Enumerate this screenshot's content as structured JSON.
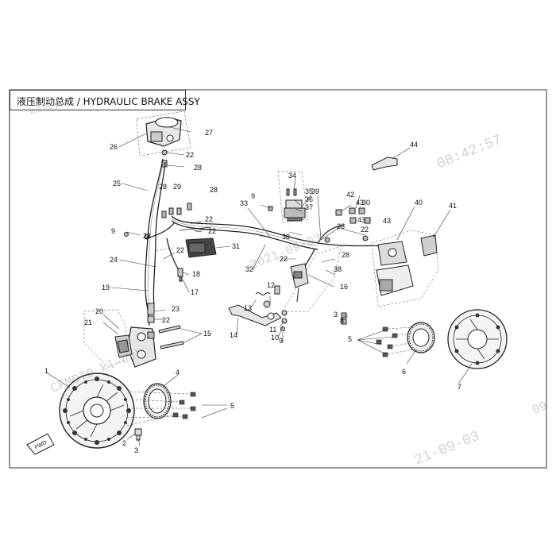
{
  "title": "液压制动总成 / HYDRAULIC BRAKE ASSY",
  "direction_label": "FWD",
  "watermarks": {
    "top_left": "kl-cyh",
    "time": "08:42:57",
    "mid_left": "CFMOTO kl-cyh",
    "mid_date": "2021-09-03",
    "bottom_date": "21-09-03",
    "bottom_right": "09"
  },
  "callouts": {
    "c1": "1",
    "c2": "2",
    "c3": "3",
    "c3b": "3",
    "c4": "4",
    "c5a": "5",
    "c5b": "5",
    "c6": "6",
    "c7": "7",
    "c8": "8",
    "c9a": "9",
    "c9b": "9",
    "c9c": "9",
    "c10": "10",
    "c11": "11",
    "c12": "12",
    "c13": "13",
    "c14": "14",
    "c15": "15",
    "c16": "16",
    "c17": "17",
    "c18": "18",
    "c19": "19",
    "c20": "20",
    "c21": "21",
    "c22a": "22",
    "c22b": "22",
    "c22c": "22",
    "c22d": "22",
    "c22e": "22",
    "c22f": "22",
    "c22g": "22",
    "c22h": "22",
    "c23": "23",
    "c24": "24",
    "c25": "25",
    "c26": "26",
    "c27": "27",
    "c28a": "28",
    "c28b": "28",
    "c28c": "28",
    "c28d": "28",
    "c28e": "28",
    "c29": "29",
    "c30": "30",
    "c31": "31",
    "c32": "32",
    "c33": "33",
    "c34": "34",
    "c35": "35",
    "c36": "36",
    "c37": "37",
    "c38a": "38",
    "c38b": "38",
    "c39": "39",
    "c40": "40",
    "c41": "41",
    "c42": "42",
    "c43a": "43",
    "c43b": "43",
    "c43c": "43",
    "c44": "44"
  }
}
